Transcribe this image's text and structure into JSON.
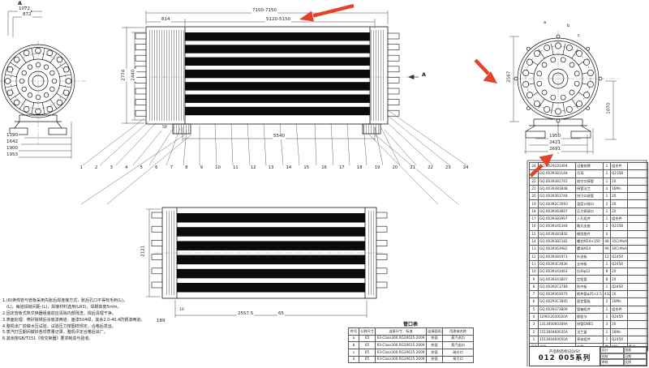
{
  "labels": {
    "view_a_top": "A",
    "view_a_side": "A",
    "rv_a": "a",
    "rv_b": "b",
    "rv_c": "c"
  },
  "dims": {
    "top_overall": "7100-7150",
    "top_inner": "5120-5150",
    "top_left": "814",
    "left_outer": "2774",
    "left_inner": "2440",
    "bottom_span": "5540",
    "foot": "50",
    "lv_top1": "1072",
    "lv_top2": "872",
    "lv_b": [
      "1390",
      "1642",
      "1900",
      "1953"
    ],
    "rv_height": "2567",
    "rv_right": "1070",
    "rv_b": [
      "1950",
      "2421",
      "2691"
    ],
    "bv_height": "2121",
    "bv_span": "2557.5",
    "bv_65": "65",
    "bv_10": "10",
    "bv_189": "189"
  },
  "callouts": [
    "1",
    "2",
    "3",
    "4",
    "5",
    "6",
    "7",
    "8",
    "9",
    "10",
    "11",
    "12",
    "13",
    "14",
    "15",
    "16",
    "17",
    "18",
    "19",
    "20",
    "21",
    "22",
    "23",
    "24"
  ],
  "notes": [
    "1.(R)换热管与管板采用先胀后焊连接方式，胀后孔口不得有毛刺(L)。",
    "　(L)，每道焊缝间距-(L)，焊接材料选用(LR3)，焊脚高度5mm。",
    "2.固定管板式热交换器组装前应清除内部残渣，焊后清理干净。",
    "3.表面处理：喷砂除锈后涂底漆两道，面漆504绿，其余2.0-40.4防锈漆两道。",
    "4.整机出厂前做水压试验，试验压力按图样规定，合格后发运。",
    "5.蒸汽打压期间做好各项质量记录，整机评定合格后出厂。",
    "6.其余按GB/T151《热交换器》要求制造与验收。"
  ],
  "nozzle_table": {
    "title": "管口表",
    "headers": [
      "符号",
      "公称尺寸",
      "连接尺寸、标准",
      "连接面形式",
      "用途或名称"
    ],
    "rows": [
      [
        "a",
        "65",
        "63-Class300,RG20615-2009",
        "突面",
        "蒸汽进口"
      ],
      [
        "b",
        "65",
        "63-Class300,RG20615-2009",
        "突面",
        "蒸汽出口"
      ],
      [
        "c",
        "65",
        "63-Class300,RG20615-2009",
        "突面",
        "疏水口"
      ],
      [
        "d",
        "65",
        "63-Class300,RG20615-2009",
        "突面",
        "排污口"
      ]
    ]
  },
  "parts_table": {
    "headers": [
      "序号",
      "代号",
      "名称",
      "数",
      "材料",
      "备注"
    ],
    "rows": [
      {
        "no": "24",
        "code": "GQ.0029231494",
        "name": "设备铭牌",
        "qty": "1",
        "mat": "组合件",
        "note": ""
      },
      {
        "no": "23",
        "code": "GQ.0039381148",
        "name": "吊耳",
        "qty": "2",
        "mat": "Q235B",
        "note": ""
      },
      {
        "no": "22",
        "code": "GQ.0039381745",
        "name": "放空口接管",
        "qty": "1",
        "mat": "20",
        "note": ""
      },
      {
        "no": "21",
        "code": "GQ.0039381B48",
        "name": "接管法兰",
        "qty": "4",
        "mat": "16Mn",
        "note": ""
      },
      {
        "no": "20",
        "code": "GQ.0039363748",
        "name": "排污口接管",
        "qty": "1",
        "mat": "20",
        "note": ""
      },
      {
        "no": "19",
        "code": "GQ.00392C3093",
        "name": "温度计接口",
        "qty": "2",
        "mat": "20",
        "note": ""
      },
      {
        "no": "18",
        "code": "GQ.0039363B07",
        "name": "压力表接口",
        "qty": "2",
        "mat": "20",
        "note": ""
      },
      {
        "no": "17",
        "code": "GQ.0039383997",
        "name": "人孔组件",
        "qty": "1",
        "mat": "组合件",
        "note": ""
      },
      {
        "no": "16",
        "code": "GQ.0039345348",
        "name": "鞍式支座",
        "qty": "2",
        "mat": "Q235B",
        "note": ""
      },
      {
        "no": "15",
        "code": "GQ.0039381B42",
        "name": "缠绕垫片",
        "qty": "4",
        "mat": "",
        "note": ""
      },
      {
        "no": "14",
        "code": "GQ.00393B2182",
        "name": "螺柱M24×150",
        "qty": "48",
        "mat": "35CrMoA",
        "note": ""
      },
      {
        "no": "13",
        "code": "GQ.0039363982",
        "name": "螺母M24",
        "qty": "96",
        "mat": "30CrMoA",
        "note": ""
      },
      {
        "no": "12",
        "code": "GQ.0039381973",
        "name": "折流板",
        "qty": "12",
        "mat": "Q245R",
        "note": ""
      },
      {
        "no": "11",
        "code": "GQ.00393C4836",
        "name": "支持板",
        "qty": "2",
        "mat": "Q245R",
        "note": ""
      },
      {
        "no": "10",
        "code": "GQ.0039343463",
        "name": "拉杆φ12",
        "qty": "8",
        "mat": "20",
        "note": ""
      },
      {
        "no": "9",
        "code": "GQ.0039341B07",
        "name": "定距管",
        "qty": "8",
        "mat": "20",
        "note": ""
      },
      {
        "no": "8",
        "code": "GQ.00392C3784",
        "name": "防冲板",
        "qty": "1",
        "mat": "Q245R",
        "note": ""
      },
      {
        "no": "7",
        "code": "GQ.0039363070",
        "name": "换热管φ25×2.5",
        "qty": "432",
        "mat": "10",
        "note": ""
      },
      {
        "no": "6",
        "code": "GQ.00293C3845",
        "name": "固定管板",
        "qty": "2",
        "mat": "16Mn",
        "note": ""
      },
      {
        "no": "5",
        "code": "GQ.0039373B09",
        "name": "管箱组件",
        "qty": "2",
        "mat": "组合件",
        "note": ""
      },
      {
        "no": "4",
        "code": "129012030020A",
        "name": "膨胀节",
        "qty": "1",
        "mat": "Q245R",
        "note": ""
      },
      {
        "no": "3",
        "code": "131300060309A",
        "name": "接管DN65",
        "qty": "3",
        "mat": "20",
        "note": ""
      },
      {
        "no": "2",
        "code": "151300460035A",
        "name": "法兰盖",
        "qty": "1",
        "mat": "16Mn",
        "note": ""
      },
      {
        "no": "1",
        "code": "151300460050A",
        "name": "壳体组件",
        "qty": "1",
        "mat": "Q245R",
        "note": ""
      }
    ]
  },
  "title_block": {
    "line1": "产品制造标记Q/SY",
    "line2": "012 005系列",
    "cells": [
      "设计",
      "批准",
      "校核",
      "日期",
      "审核",
      "比例"
    ]
  }
}
